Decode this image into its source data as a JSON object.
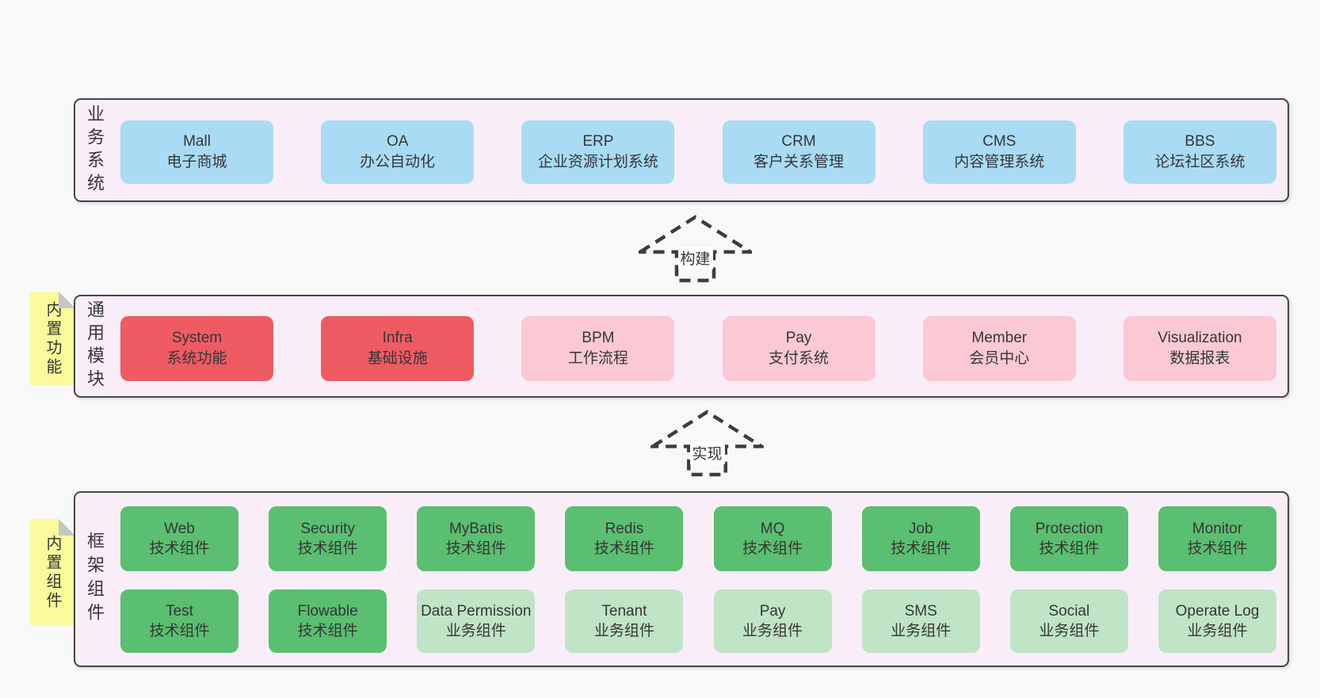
{
  "colors": {
    "page_bg": "#f8f8f8",
    "container_bg": "#f9eef8",
    "container_border": "#464646",
    "text": "#363636",
    "blue": "#a9dbf5",
    "red": "#ef5b63",
    "pink": "#fbc9d3",
    "green": "#5abf70",
    "green_light": "#c0e4c6",
    "note_bg": "#fafa9b",
    "note_fold": "#c6c6c6",
    "arrow": "#3d3d3d",
    "arrow_label_bg": "#ffffff"
  },
  "arrows": {
    "build": "构建",
    "implement": "实现"
  },
  "business_layer": {
    "label": "业务系统",
    "items": [
      {
        "name": "Mall",
        "desc": "电子商城"
      },
      {
        "name": "OA",
        "desc": "办公自动化"
      },
      {
        "name": "ERP",
        "desc": "企业资源计划系统"
      },
      {
        "name": "CRM",
        "desc": "客户关系管理"
      },
      {
        "name": "CMS",
        "desc": "内容管理系统"
      },
      {
        "name": "BBS",
        "desc": "论坛社区系统"
      }
    ]
  },
  "module_layer": {
    "note": "内置功能",
    "label": "通用模块",
    "items": [
      {
        "name": "System",
        "desc": "系统功能"
      },
      {
        "name": "Infra",
        "desc": "基础设施"
      },
      {
        "name": "BPM",
        "desc": "工作流程"
      },
      {
        "name": "Pay",
        "desc": "支付系统"
      },
      {
        "name": "Member",
        "desc": "会员中心"
      },
      {
        "name": "Visualization",
        "desc": "数据报表"
      }
    ]
  },
  "component_layer": {
    "note": "内置组件",
    "label": "框架组件",
    "row1": [
      {
        "name": "Web",
        "desc": "技术组件"
      },
      {
        "name": "Security",
        "desc": "技术组件"
      },
      {
        "name": "MyBatis",
        "desc": "技术组件"
      },
      {
        "name": "Redis",
        "desc": "技术组件"
      },
      {
        "name": "MQ",
        "desc": "技术组件"
      },
      {
        "name": "Job",
        "desc": "技术组件"
      },
      {
        "name": "Protection",
        "desc": "技术组件"
      },
      {
        "name": "Monitor",
        "desc": "技术组件"
      }
    ],
    "row2": [
      {
        "name": "Test",
        "desc": "技术组件"
      },
      {
        "name": "Flowable",
        "desc": "技术组件"
      },
      {
        "name": "Data Permission",
        "desc": "业务组件"
      },
      {
        "name": "Tenant",
        "desc": "业务组件"
      },
      {
        "name": "Pay",
        "desc": "业务组件"
      },
      {
        "name": "SMS",
        "desc": "业务组件"
      },
      {
        "name": "Social",
        "desc": "业务组件"
      },
      {
        "name": "Operate Log",
        "desc": "业务组件"
      }
    ]
  }
}
